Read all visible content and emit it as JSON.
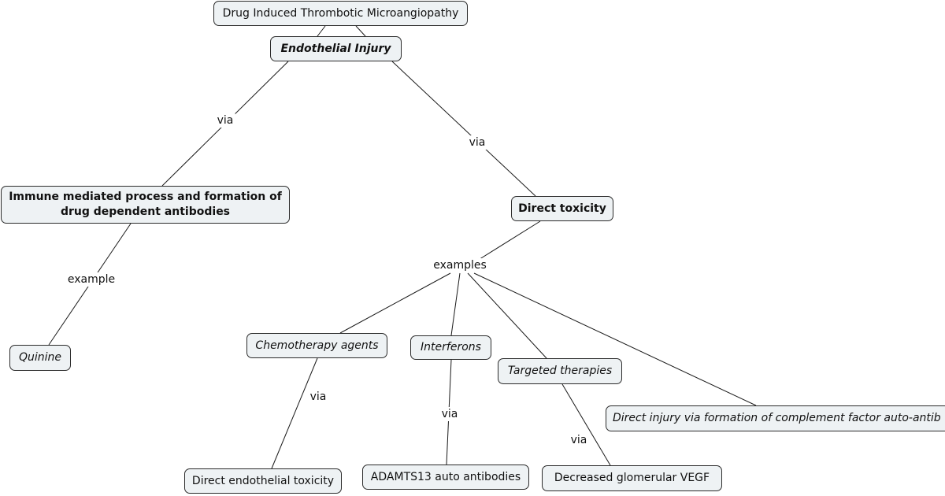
{
  "nodes": {
    "root": "Drug Induced Thrombotic Microangiopathy",
    "endothelial_injury": "Endothelial Injury",
    "immune_mediated": "Immune mediated process and formation of drug dependent antibodies",
    "direct_toxicity": "Direct toxicity",
    "quinine": "Quinine",
    "chemotherapy": "Chemotherapy agents",
    "interferons": "Interferons",
    "targeted": "Targeted therapies",
    "complement": "Direct injury via formation of complement factor auto-antib",
    "endothelial_toxicity": "Direct endothelial toxicity",
    "adamts13": "ADAMTS13 auto antibodies",
    "vegf": "Decreased glomerular VEGF"
  },
  "links": {
    "via_left": "via",
    "via_right": "via",
    "example": "example",
    "examples": "examples",
    "via_chemo": "via",
    "via_interferons": "via",
    "via_targeted": "via"
  },
  "colors": {
    "node_fill": "#eef2f4",
    "node_border": "#2b2b2b",
    "line": "#1a1a1a"
  }
}
